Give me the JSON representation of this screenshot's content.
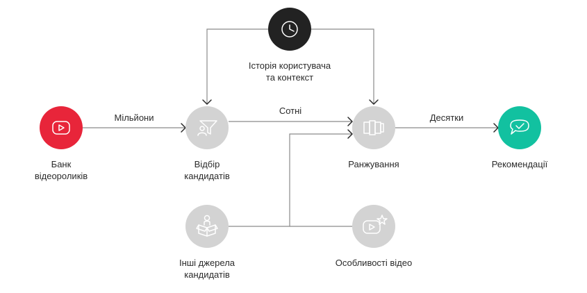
{
  "colors": {
    "source": "#e8253a",
    "history": "#222222",
    "gray": "#d3d3d3",
    "output": "#12c1a0",
    "icon_light": "#ffffff",
    "line": "#8a8a8a"
  },
  "nodes": {
    "bank": {
      "line1": "Банк",
      "line2": "відеороликів",
      "icon": "play-icon"
    },
    "candidates": {
      "line1": "Відбір",
      "line2": "кандидатів",
      "icon": "filter-person-icon"
    },
    "history": {
      "line1": "Історія користувача",
      "line2": "та контекст",
      "icon": "clock-icon"
    },
    "ranking": {
      "line1": "Ранжування",
      "icon": "ranking-icon"
    },
    "recommendations": {
      "line1": "Рекомендації",
      "icon": "chat-check-icon"
    },
    "other_sources": {
      "line1": "Інші джерела",
      "line2": "кандидатів",
      "icon": "box-person-icon"
    },
    "video_features": {
      "line1": "Особливості відео",
      "icon": "video-star-icon"
    }
  },
  "edges": {
    "millions": "Мільйони",
    "hundreds": "Сотні",
    "tens": "Десятки"
  }
}
